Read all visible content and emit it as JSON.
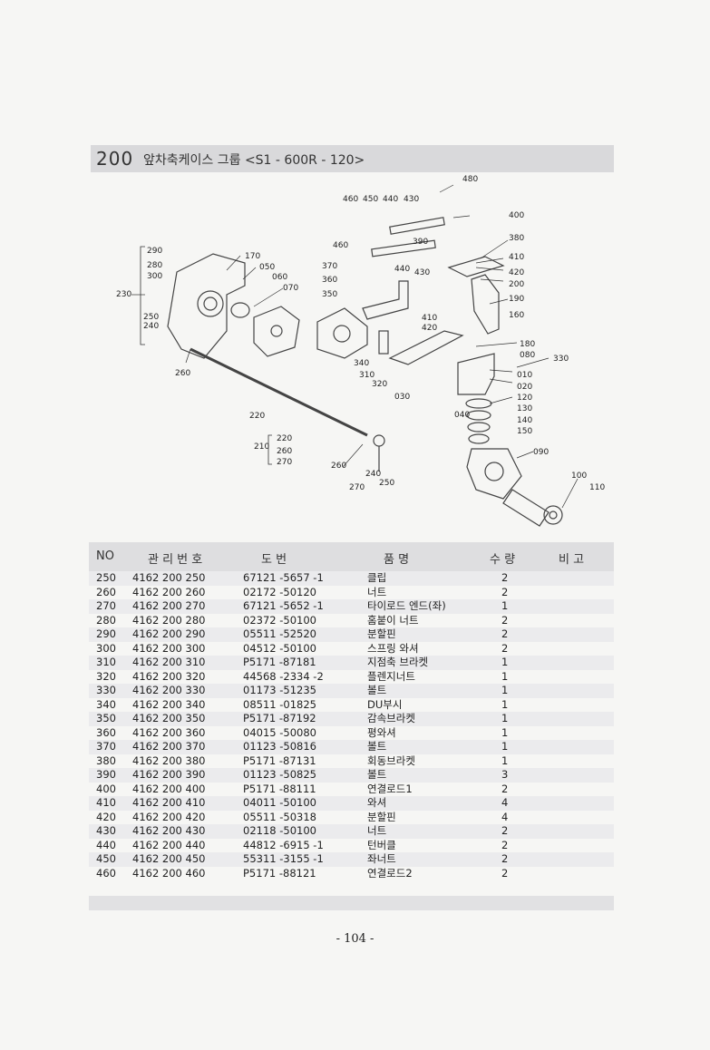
{
  "title": {
    "number": "200",
    "text": "앞차축케이스 그룹 <S1 - 600R - 120>"
  },
  "diagram_callouts": [
    "480",
    "460",
    "450",
    "440",
    "430",
    "400",
    "390",
    "380",
    "460",
    "370",
    "440",
    "430",
    "410",
    "420",
    "200",
    "360",
    "350",
    "190",
    "160",
    "410",
    "420",
    "180",
    "080",
    "330",
    "340",
    "010",
    "310",
    "020",
    "320",
    "030",
    "120",
    "040",
    "130",
    "140",
    "150",
    "090",
    "100",
    "110",
    "290",
    "280",
    "300",
    "170",
    "050",
    "060",
    "070",
    "230",
    "250",
    "240",
    "260",
    "220",
    "210",
    "220",
    "260",
    "270",
    "260",
    "240",
    "270",
    "250"
  ],
  "table": {
    "headers": [
      "NO",
      "관 리 번 호",
      "도     번",
      "품     명",
      "수   량",
      "비   고"
    ],
    "rows": [
      [
        "250",
        "4162  200  250",
        "67121 -5657 -1",
        "클립",
        "2"
      ],
      [
        "260",
        "4162  200  260",
        "02172 -50120",
        "너트",
        "2"
      ],
      [
        "270",
        "4162  200  270",
        "67121 -5652 -1",
        "타이로드 엔드(좌)",
        "1"
      ],
      [
        "280",
        "4162  200  280",
        "02372 -50100",
        "홈붙이 너트",
        "2"
      ],
      [
        "290",
        "4162  200  290",
        "05511 -52520",
        "분할핀",
        "2"
      ],
      [
        "300",
        "4162  200  300",
        "04512 -50100",
        "스프링 와셔",
        "2"
      ],
      [
        "310",
        "4162  200  310",
        "P5171 -87181",
        "지점축 브라켓",
        "1"
      ],
      [
        "320",
        "4162  200  320",
        "44568 -2334 -2",
        "플렌지너트",
        "1"
      ],
      [
        "330",
        "4162  200  330",
        "01173 -51235",
        "볼트",
        "1"
      ],
      [
        "340",
        "4162  200  340",
        "08511 -01825",
        "DU부시",
        "1"
      ],
      [
        "350",
        "4162  200  350",
        "P5171 -87192",
        "감속브라켓",
        "1"
      ],
      [
        "360",
        "4162  200  360",
        "04015 -50080",
        "평와셔",
        "1"
      ],
      [
        "370",
        "4162  200  370",
        "01123 -50816",
        "볼트",
        "1"
      ],
      [
        "380",
        "4162  200  380",
        "P5171 -87131",
        "회동브라켓",
        "1"
      ],
      [
        "390",
        "4162  200  390",
        "01123 -50825",
        "볼트",
        "3"
      ],
      [
        "400",
        "4162  200  400",
        "P5171 -88111",
        "연결로드1",
        "2"
      ],
      [
        "410",
        "4162  200  410",
        "04011 -50100",
        "와셔",
        "4"
      ],
      [
        "420",
        "4162  200  420",
        "05511 -50318",
        "분할핀",
        "4"
      ],
      [
        "430",
        "4162  200  430",
        "02118 -50100",
        "너트",
        "2"
      ],
      [
        "440",
        "4162  200  440",
        "44812 -6915 -1",
        "턴버클",
        "2"
      ],
      [
        "450",
        "4162  200  450",
        "55311 -3155 -1",
        "좌너트",
        "2"
      ],
      [
        "460",
        "4162  200  460",
        "P5171 -88121",
        "연결로드2",
        "2"
      ]
    ]
  },
  "page_number": "- 104 -"
}
